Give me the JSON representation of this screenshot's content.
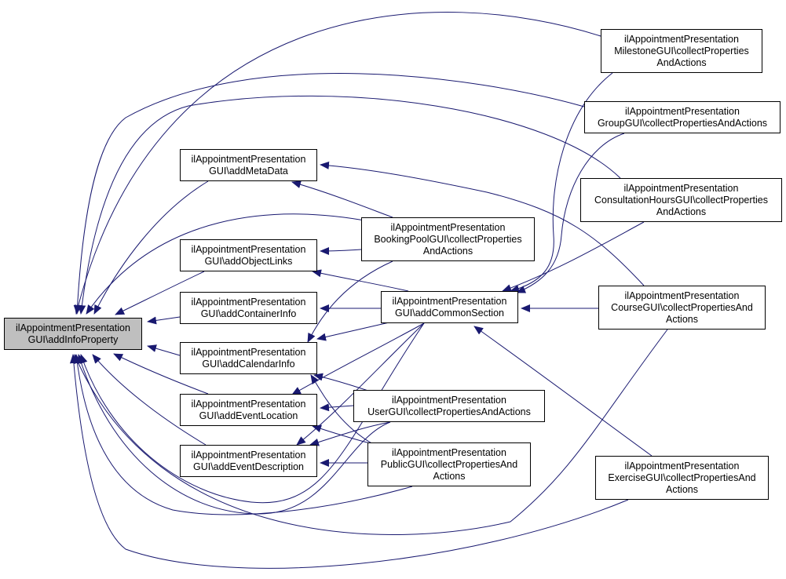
{
  "graph": {
    "edge_color": "#191970",
    "focus_fill": "#bfbfbf",
    "nodes": [
      {
        "id": "addInfoProperty",
        "label": "ilAppointmentPresentation\nGUI\\addInfoProperty",
        "focus": true
      },
      {
        "id": "addMetaData",
        "label": "ilAppointmentPresentation\nGUI\\addMetaData"
      },
      {
        "id": "addObjectLinks",
        "label": "ilAppointmentPresentation\nGUI\\addObjectLinks"
      },
      {
        "id": "addContainerInfo",
        "label": "ilAppointmentPresentation\nGUI\\addContainerInfo"
      },
      {
        "id": "addCalendarInfo",
        "label": "ilAppointmentPresentation\nGUI\\addCalendarInfo"
      },
      {
        "id": "addEventLocation",
        "label": "ilAppointmentPresentation\nGUI\\addEventLocation"
      },
      {
        "id": "addEventDescription",
        "label": "ilAppointmentPresentation\nGUI\\addEventDescription"
      },
      {
        "id": "bookingPool",
        "label": "ilAppointmentPresentation\nBookingPoolGUI\\collectProperties\nAndActions"
      },
      {
        "id": "addCommonSection",
        "label": "ilAppointmentPresentation\nGUI\\addCommonSection"
      },
      {
        "id": "userGUI",
        "label": "ilAppointmentPresentation\nUserGUI\\collectPropertiesAndActions"
      },
      {
        "id": "publicGUI",
        "label": "ilAppointmentPresentation\nPublicGUI\\collectPropertiesAnd\nActions"
      },
      {
        "id": "milestoneGUI",
        "label": "ilAppointmentPresentation\nMilestoneGUI\\collectProperties\nAndActions"
      },
      {
        "id": "groupGUI",
        "label": "ilAppointmentPresentation\nGroupGUI\\collectPropertiesAndActions"
      },
      {
        "id": "consultationGUI",
        "label": "ilAppointmentPresentation\nConsultationHoursGUI\\collectProperties\nAndActions"
      },
      {
        "id": "courseGUI",
        "label": "ilAppointmentPresentation\nCourseGUI\\collectPropertiesAnd\nActions"
      },
      {
        "id": "exerciseGUI",
        "label": "ilAppointmentPresentation\nExerciseGUI\\collectPropertiesAnd\nActions"
      }
    ],
    "edges": [
      [
        "addMetaData",
        "addInfoProperty"
      ],
      [
        "addObjectLinks",
        "addInfoProperty"
      ],
      [
        "addContainerInfo",
        "addInfoProperty"
      ],
      [
        "addCalendarInfo",
        "addInfoProperty"
      ],
      [
        "addEventLocation",
        "addInfoProperty"
      ],
      [
        "addEventDescription",
        "addInfoProperty"
      ],
      [
        "bookingPool",
        "addInfoProperty"
      ],
      [
        "addCommonSection",
        "addInfoProperty"
      ],
      [
        "userGUI",
        "addInfoProperty"
      ],
      [
        "publicGUI",
        "addInfoProperty"
      ],
      [
        "milestoneGUI",
        "addInfoProperty"
      ],
      [
        "groupGUI",
        "addInfoProperty"
      ],
      [
        "consultationGUI",
        "addInfoProperty"
      ],
      [
        "courseGUI",
        "addInfoProperty"
      ],
      [
        "exerciseGUI",
        "addInfoProperty"
      ],
      [
        "bookingPool",
        "addMetaData"
      ],
      [
        "courseGUI",
        "addMetaData"
      ],
      [
        "bookingPool",
        "addObjectLinks"
      ],
      [
        "addCommonSection",
        "addObjectLinks"
      ],
      [
        "addCommonSection",
        "addContainerInfo"
      ],
      [
        "bookingPool",
        "addCalendarInfo"
      ],
      [
        "addCommonSection",
        "addCalendarInfo"
      ],
      [
        "userGUI",
        "addCalendarInfo"
      ],
      [
        "publicGUI",
        "addCalendarInfo"
      ],
      [
        "addCommonSection",
        "addEventLocation"
      ],
      [
        "userGUI",
        "addEventLocation"
      ],
      [
        "publicGUI",
        "addEventLocation"
      ],
      [
        "addCommonSection",
        "addEventDescription"
      ],
      [
        "userGUI",
        "addEventDescription"
      ],
      [
        "publicGUI",
        "addEventDescription"
      ],
      [
        "milestoneGUI",
        "addCommonSection"
      ],
      [
        "groupGUI",
        "addCommonSection"
      ],
      [
        "consultationGUI",
        "addCommonSection"
      ],
      [
        "courseGUI",
        "addCommonSection"
      ],
      [
        "exerciseGUI",
        "addCommonSection"
      ]
    ]
  }
}
